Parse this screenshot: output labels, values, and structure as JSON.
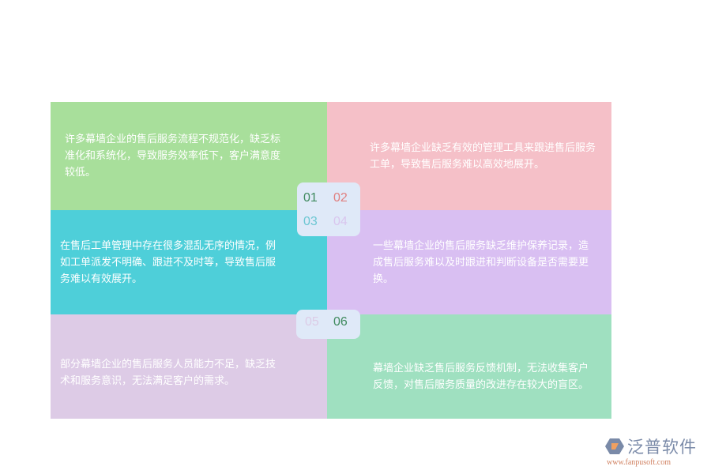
{
  "items": [
    {
      "text": "许多幕墙企业的售后服务流程不规范化，缺乏标准化和系统化，导致服务效率低下，客户满意度较低。",
      "color": "#a8df9b"
    },
    {
      "text": "许多幕墙企业缺乏有效的管理工具来跟进售后服务工单，导致售后服务难以高效地展开。",
      "color": "#f5c0c8"
    },
    {
      "text": "在售后工单管理中存在很多混乱无序的情况，例如工单派发不明确、跟进不及时等，导致售后服务难以有效展开。",
      "color": "#4ecfd9"
    },
    {
      "text": "一些幕墙企业的售后服务缺乏维护保养记录，造成售后服务难以及时跟进和判断设备是否需要更换。",
      "color": "#d9bff2"
    },
    {
      "text": "部分幕墙企业的售后服务人员能力不足，缺乏技术和服务意识，无法满足客户的需求。",
      "color": "#ddcbe6"
    },
    {
      "text": "幕墙企业缺乏售后服务反馈机制，无法收集客户反馈，对售后服务质量的改进存在较大的盲区。",
      "color": "#9fe0c0"
    }
  ],
  "numbers": [
    {
      "label": "01",
      "color": "#3f8a5e"
    },
    {
      "label": "02",
      "color": "#e07f7f"
    },
    {
      "label": "03",
      "color": "#6cc6d2"
    },
    {
      "label": "04",
      "color": "#d9c6ee"
    },
    {
      "label": "05",
      "color": "#dccbe6"
    },
    {
      "label": "06",
      "color": "#3f8a5e"
    }
  ],
  "logo": {
    "name": "泛普软件",
    "url": "www.fanpusoft.com"
  }
}
